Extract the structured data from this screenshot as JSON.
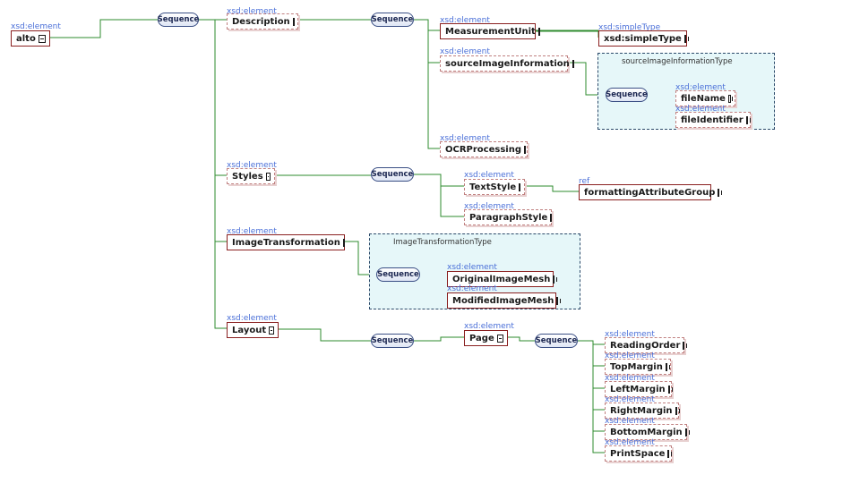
{
  "xsd_element_tag": "xsd:element",
  "sequence_label": "Sequence",
  "root": {
    "label": "alto",
    "tag": "xsd:element"
  },
  "description": {
    "label": "Description",
    "tag": "xsd:element",
    "children": {
      "measurement_unit": {
        "label": "MeasurementUnit",
        "tag": "xsd:element"
      },
      "simple_type": {
        "label": "xsd:simpleType",
        "tag": "xsd:simpleType"
      },
      "source_image_information": {
        "label": "sourceImageInformation",
        "tag": "xsd:element"
      },
      "source_type": {
        "label": "sourceImageInformationType",
        "file_name": {
          "label": "fileName",
          "tag": "xsd:element"
        },
        "file_identifier": {
          "label": "fileIdentifier",
          "tag": "xsd:element"
        }
      },
      "ocr_processing": {
        "label": "OCRProcessing",
        "tag": "xsd:element"
      }
    }
  },
  "styles": {
    "label": "Styles",
    "tag": "xsd:element",
    "text_style": {
      "label": "TextStyle",
      "tag": "xsd:element"
    },
    "formatting_group": {
      "label": "formattingAttributeGroup",
      "tag": "ref"
    },
    "paragraph_style": {
      "label": "ParagraphStyle",
      "tag": "xsd:element"
    }
  },
  "image_transformation": {
    "label": "ImageTransformation",
    "tag": "xsd:element",
    "type_label": "ImageTransformationType",
    "original_mesh": {
      "label": "OriginalImageMesh",
      "tag": "xsd:element"
    },
    "modified_mesh": {
      "label": "ModifiedImageMesh",
      "tag": "xsd:element"
    }
  },
  "layout": {
    "label": "Layout",
    "tag": "xsd:element",
    "page": {
      "label": "Page",
      "tag": "xsd:element"
    },
    "page_children": [
      {
        "label": "ReadingOrder",
        "tag": "xsd:element"
      },
      {
        "label": "TopMargin",
        "tag": "xsd:element"
      },
      {
        "label": "LeftMargin",
        "tag": "xsd:element"
      },
      {
        "label": "RightMargin",
        "tag": "xsd:element"
      },
      {
        "label": "BottomMargin",
        "tag": "xsd:element"
      },
      {
        "label": "PrintSpace",
        "tag": "xsd:element"
      }
    ]
  }
}
